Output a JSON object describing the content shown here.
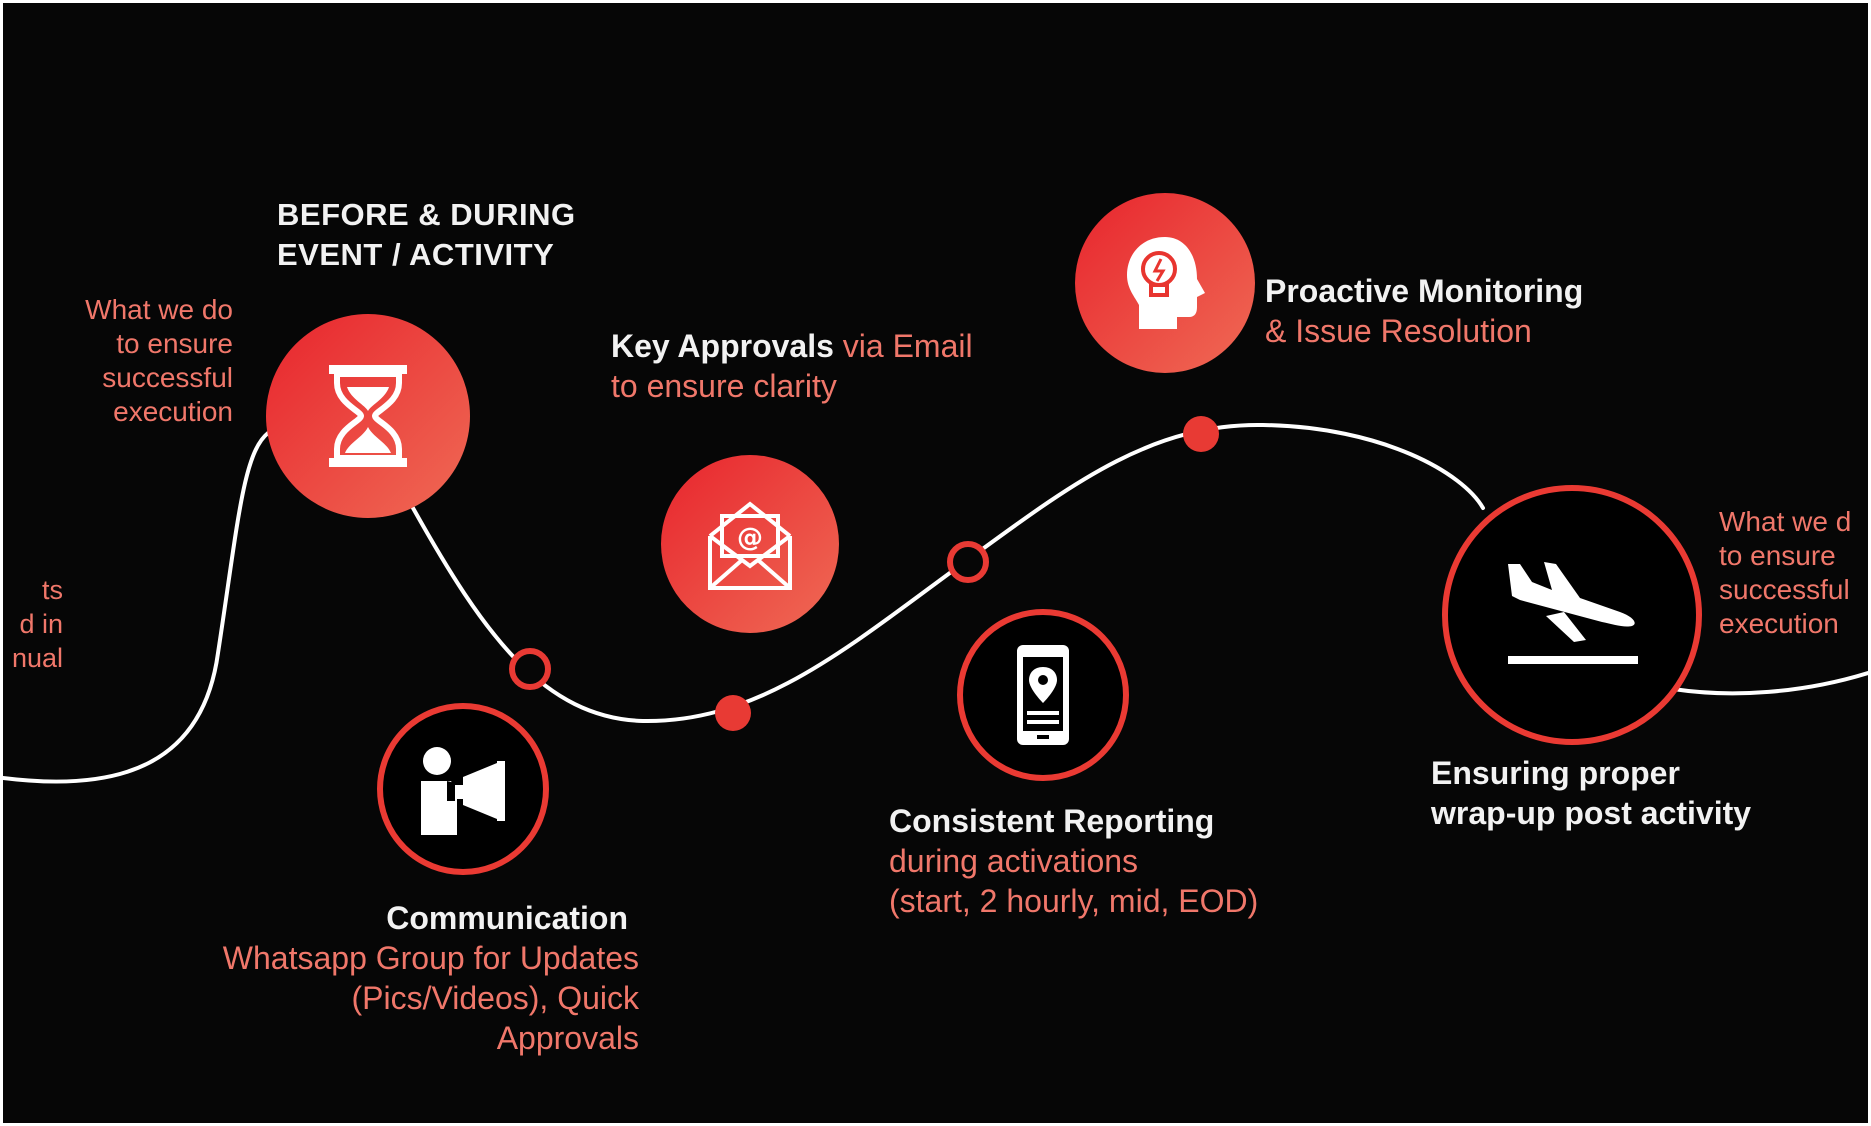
{
  "palette": {
    "background": "#060606",
    "accent": "#e8352f",
    "text_light": "#f2f2f2",
    "text_accent": "#f0776a",
    "curve": "#ffffff"
  },
  "left_partial": {
    "lines": [
      "ts",
      "d in",
      "nual"
    ]
  },
  "left_caption": {
    "lines": [
      "What we do",
      "to ensure",
      "successful",
      "execution"
    ]
  },
  "right_caption": {
    "lines": [
      "What we d",
      "to ensure",
      "successful",
      "execution"
    ]
  },
  "phase_title": {
    "line1": "BEFORE & DURING",
    "line2": "EVENT / ACTIVITY"
  },
  "steps": {
    "key_approvals": {
      "icon": "email-icon",
      "title": "Key Approvals",
      "rest1": " via Email",
      "line2": "to ensure clarity"
    },
    "proactive": {
      "icon": "head-lightbulb-icon",
      "title": "Proactive Monitoring",
      "line2": "& Issue Resolution"
    },
    "communication": {
      "icon": "megaphone-person-icon",
      "title": "Communication",
      "lines": [
        "Whatsapp Group for Updates",
        "(Pics/Videos), Quick",
        "Approvals"
      ]
    },
    "reporting": {
      "icon": "mobile-location-icon",
      "title": "Consistent Reporting",
      "lines": [
        "during activations",
        "(start, 2 hourly, mid, EOD)"
      ]
    },
    "wrapup": {
      "icon": "plane-landing-icon",
      "line1": "Ensuring proper",
      "line2": "wrap-up post activity"
    },
    "hourglass": {
      "icon": "hourglass-icon"
    }
  }
}
